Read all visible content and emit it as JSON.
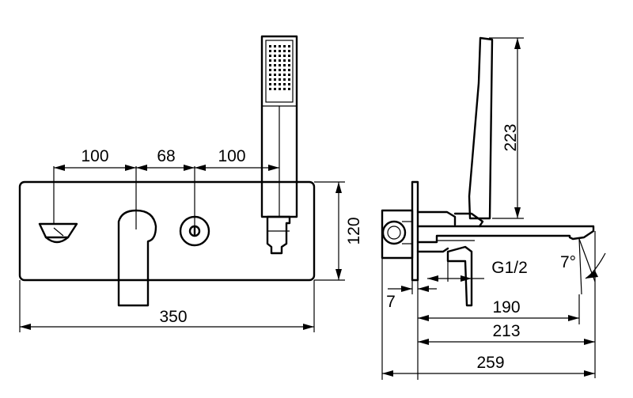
{
  "front_view": {
    "dim_left_spacing": "100",
    "dim_center_spacing": "68",
    "dim_right_spacing": "100",
    "dim_height": "120",
    "dim_width": "350"
  },
  "side_view": {
    "dim_handshower_height": "223",
    "dim_thread": "G1/2",
    "dim_angle": "7°",
    "dim_wall_offset": "7",
    "dim_spout_190": "190",
    "dim_spout_213": "213",
    "dim_total_depth": "259"
  }
}
